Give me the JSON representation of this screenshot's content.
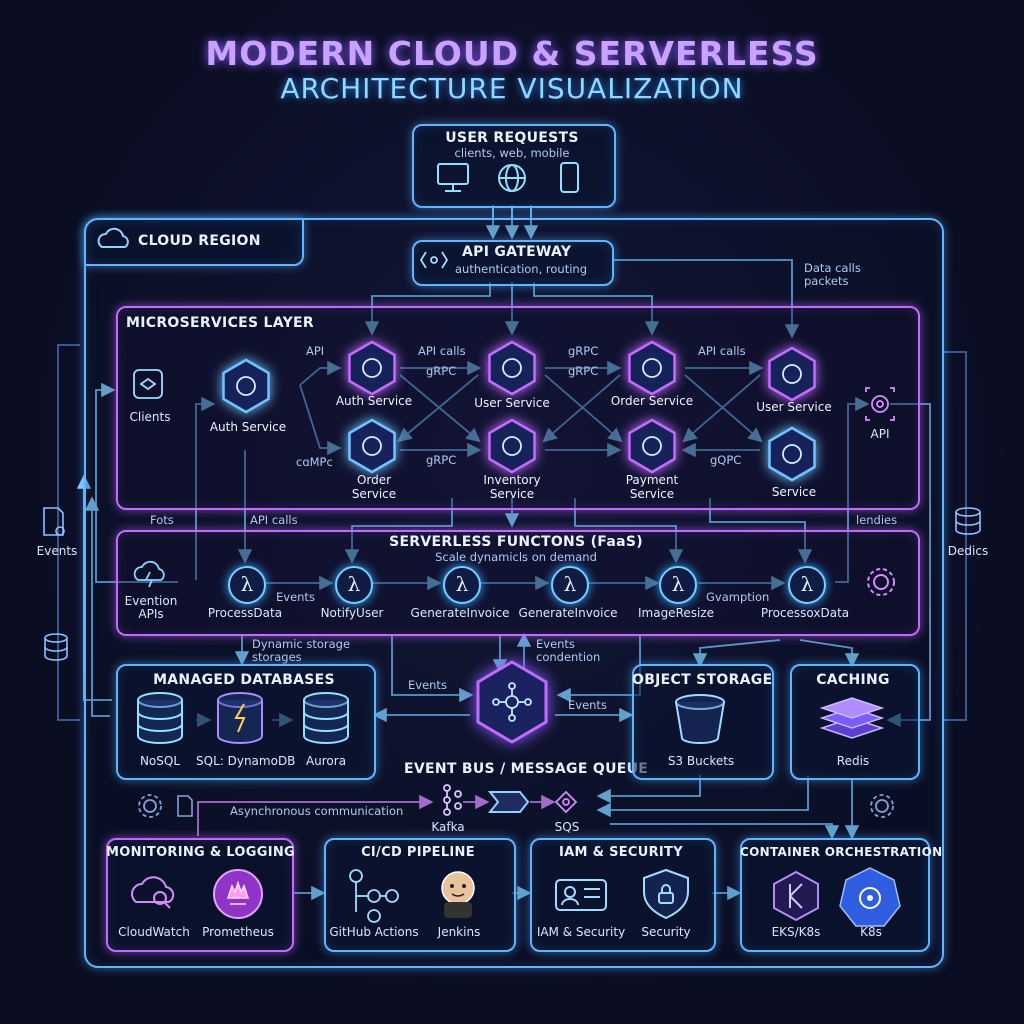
{
  "title": {
    "line1": "MODERN CLOUD & SERVERLESS",
    "line2": "ARCHITECTURE VISUALIZATION"
  },
  "user_requests": {
    "title": "USER REQUESTS",
    "subtitle": "clients, web, mobile"
  },
  "cloud_region": {
    "label": "CLOUD REGION"
  },
  "api_gateway": {
    "title": "API GATEWAY",
    "subtitle": "authentication, routing"
  },
  "data_calls": {
    "line1": "Data calls",
    "line2": "packets"
  },
  "microservices": {
    "title": "MICROSERVICES LAYER",
    "clients": "Clients",
    "left_api": "API",
    "left_compe": "cɑMPc",
    "right_api": "API",
    "nodes": {
      "auth_service_left": "Auth Service",
      "auth_service": "Auth Service",
      "user_service": "User Service",
      "order_service_top": "Order Service",
      "user_service_right": "User Service",
      "order_service": "Order\nService",
      "inventory_service": "Inventory\nService",
      "payment_service": "Payment\nService",
      "service": "Service"
    },
    "edges": {
      "api_calls_1": "API calls",
      "grpc_1": "gRPC",
      "grpc_2": "gRPC",
      "grpc_3": "gRPC",
      "api_calls_2": "API calls",
      "grpc_4": "gRPC",
      "grpc_5": "gQPC"
    }
  },
  "side": {
    "events": "Events",
    "fots": "Fots",
    "api_calls": "API calls",
    "dedics": "Dedics",
    "lendies": "lendies"
  },
  "serverless": {
    "title": "SERVERLESS FUNCTONS (FaaS)",
    "subtitle": "Scale dynamicls on demand",
    "evention_line1": "Evention",
    "evention_line2": "APIs",
    "functions": [
      "ProcessData",
      "NotifyUser",
      "GenerateInvoice",
      "GenerateInvoice",
      "ImageResize",
      "ProcessoxData"
    ],
    "edge_events": "Events",
    "edge_gvamption": "Gvamption"
  },
  "flow_labels": {
    "dynamic_storage_1": "Dynamic storage",
    "dynamic_storage_2": "storages",
    "events_condention_1": "Events",
    "events_condention_2": "condention",
    "events_left": "Events",
    "events_right": "Events"
  },
  "managed_databases": {
    "title": "MANAGED DATABASES",
    "items": [
      "NoSQL",
      "SQL: DynamoDB",
      "Aurora"
    ]
  },
  "object_storage": {
    "title": "OBJECT STORAGE",
    "item": "S3 Buckets"
  },
  "caching": {
    "title": "CACHING",
    "item": "Redis"
  },
  "event_bus": {
    "title": "EVENT BUS / MESSAGE QUEUE",
    "async": "Asynchronous communication",
    "kafka": "Kafka",
    "sqs": "SQS"
  },
  "monitoring": {
    "title": "MONITORING & LOGGING",
    "items": [
      "CloudWatch",
      "Prometheus"
    ]
  },
  "cicd": {
    "title": "CI/CD PIPELINE",
    "items": [
      "GitHub Actions",
      "Jenkins"
    ]
  },
  "iam": {
    "title": "IAM & SECURITY",
    "items": [
      "IAM & Security",
      "Security"
    ]
  },
  "containers": {
    "title": "CONTAINER ORCHESTRATION",
    "items": [
      "EKS/K8s",
      "K8s"
    ]
  },
  "colors": {
    "blue": "#5fb6ff",
    "purple": "#c26bff",
    "cyan": "#6fe0ff",
    "background": "#0a0d22"
  }
}
